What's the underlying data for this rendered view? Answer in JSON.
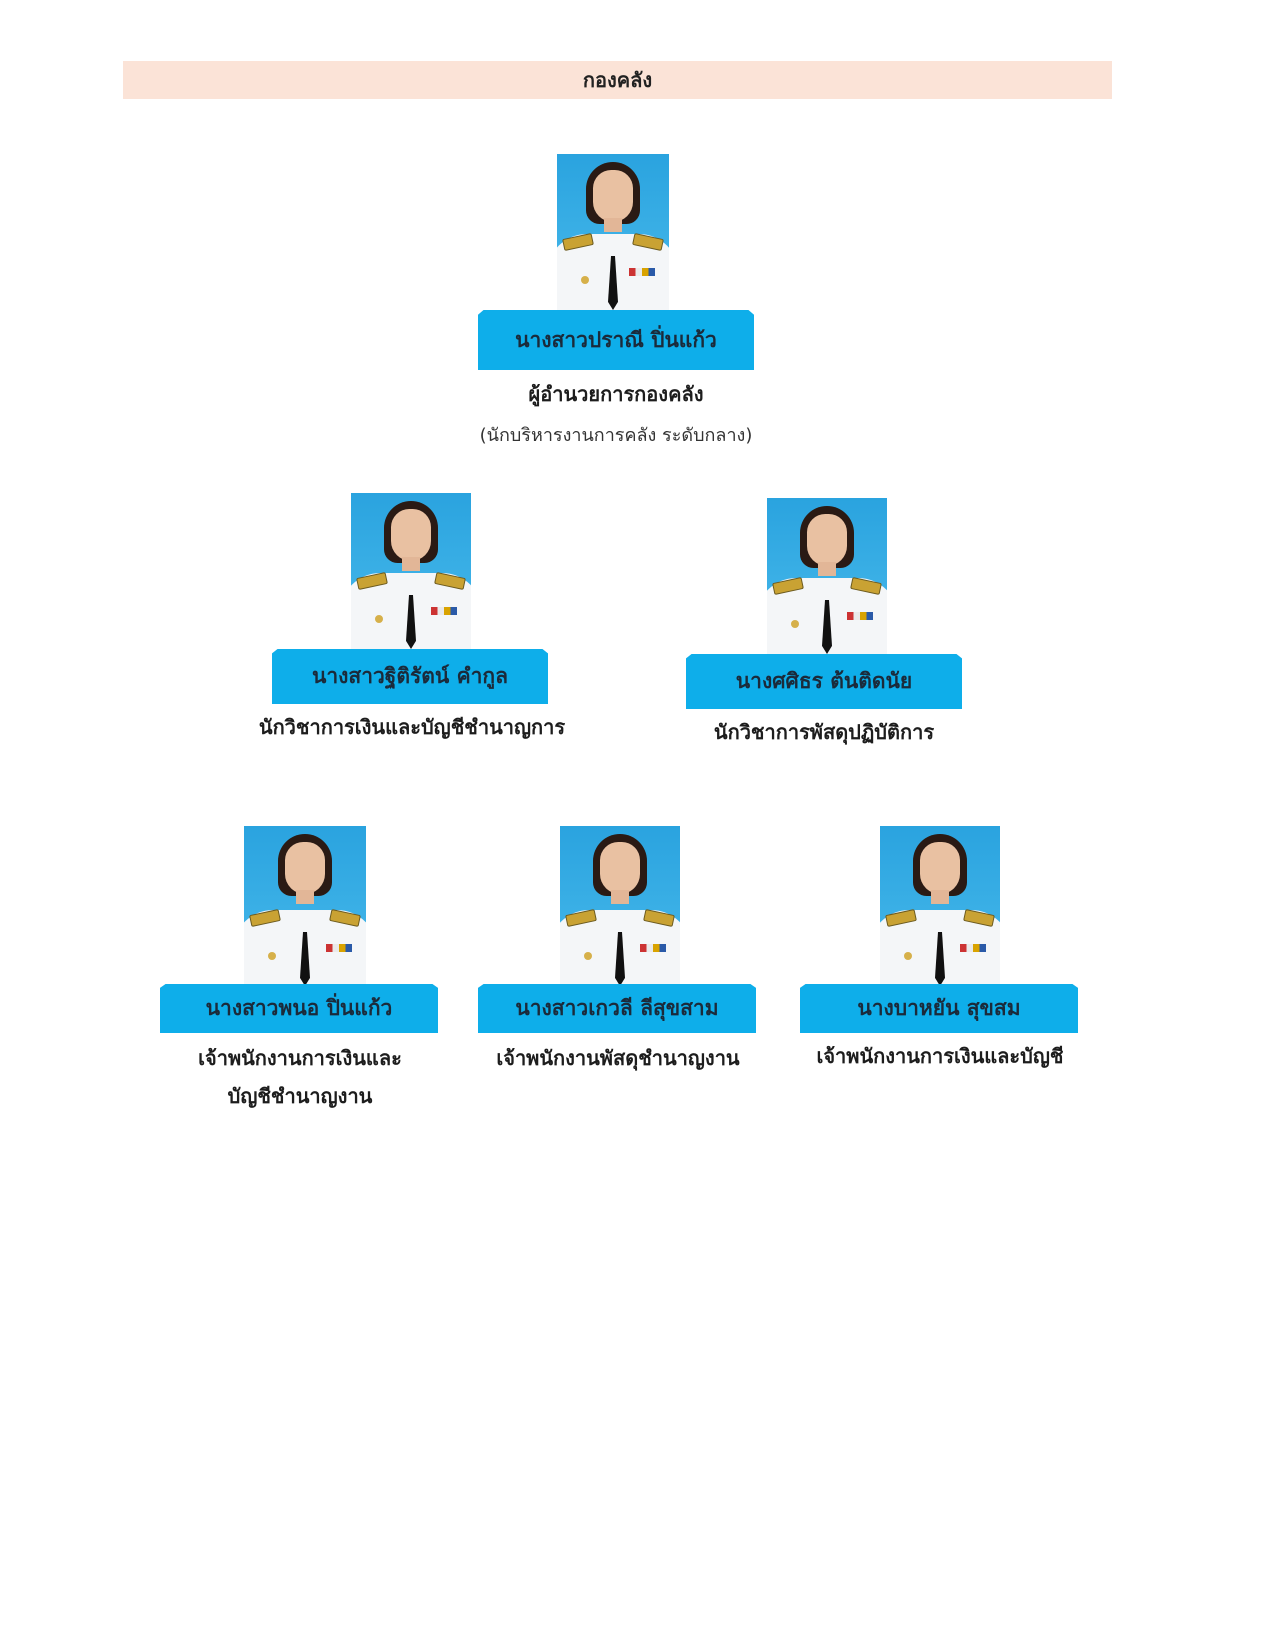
{
  "header": {
    "title": "กองคลัง"
  },
  "director": {
    "name": "นางสาวปราณี  ปิ่นแก้ว",
    "position": "ผู้อำนวยการกองคลัง",
    "level": "(นักบริหารงานการคลัง  ระดับกลาง)",
    "photo_icon": "portrait-photo"
  },
  "staff_row2": [
    {
      "name": "นางสาวฐิติรัตน์  คำกูล",
      "position": "นักวิชาการเงินและบัญชีชำนาญการ",
      "photo_icon": "portrait-photo"
    },
    {
      "name": "นางศศิธร ต้นติดนัย",
      "position": "นักวิชาการพัสดุปฏิบัติการ",
      "photo_icon": "portrait-photo"
    }
  ],
  "staff_row3": [
    {
      "name": "นางสาวพนอ  ปิ่นแก้ว",
      "position_line1": "เจ้าพนักงานการเงินและ",
      "position_line2": "บัญชีชำนาญงาน",
      "photo_icon": "portrait-photo"
    },
    {
      "name": "นางสาวเกวลี  ลีสุขสาม",
      "position_line1": "เจ้าพนักงานพัสดุชำนาญงาน",
      "photo_icon": "portrait-photo"
    },
    {
      "name": "นางบาหยัน สุขสม",
      "position_line1": "เจ้าพนักงานการเงินและบัญชี",
      "photo_icon": "portrait-photo"
    }
  ],
  "colors": {
    "header_bg": "#fbe3d7",
    "banner_bg": "#0eaeea",
    "photo_bg": "#2aa3df"
  }
}
